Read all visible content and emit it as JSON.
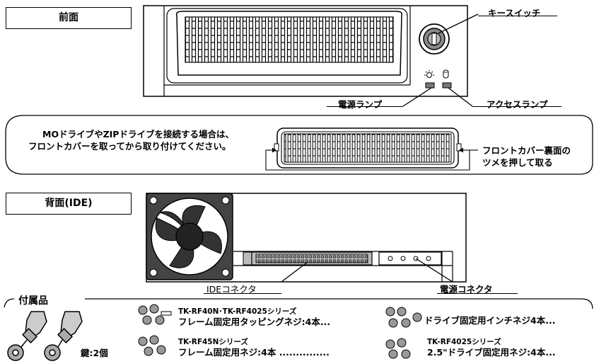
{
  "front": {
    "title": "前面",
    "key_switch_label": "キースイッチ",
    "power_lamp_label": "電源ランプ",
    "access_lamp_label": "アクセスランプ"
  },
  "note": {
    "line1": "MOドライブやZIPドライブを接続する場合は、",
    "line2": "フロントカバーを取ってから取り付けてください。",
    "cover_release_line1": "フロントカバー裏面の",
    "cover_release_line2": "ツメを押して取る"
  },
  "rear": {
    "title": "背面(IDE)",
    "ide_connector_label": "IDEコネクタ",
    "power_connector_label": "電源コネクタ"
  },
  "accessories": {
    "title": "付属品",
    "keys": "鍵:2個",
    "items": [
      {
        "series": "TK-RF40N･TK-RF4025シリーズ",
        "desc": "フレーム固定用タッピングネジ:4本..."
      },
      {
        "series": "TK-RF45Nシリーズ",
        "desc": "フレーム固定用ネジ:4本  ..............."
      },
      {
        "series": "",
        "desc": "ドライブ固定用インチネジ4本..."
      },
      {
        "series": "TK-RF4025シリーズ",
        "desc": "2.5\"ドライブ固定用ネジ:4本..."
      }
    ]
  }
}
